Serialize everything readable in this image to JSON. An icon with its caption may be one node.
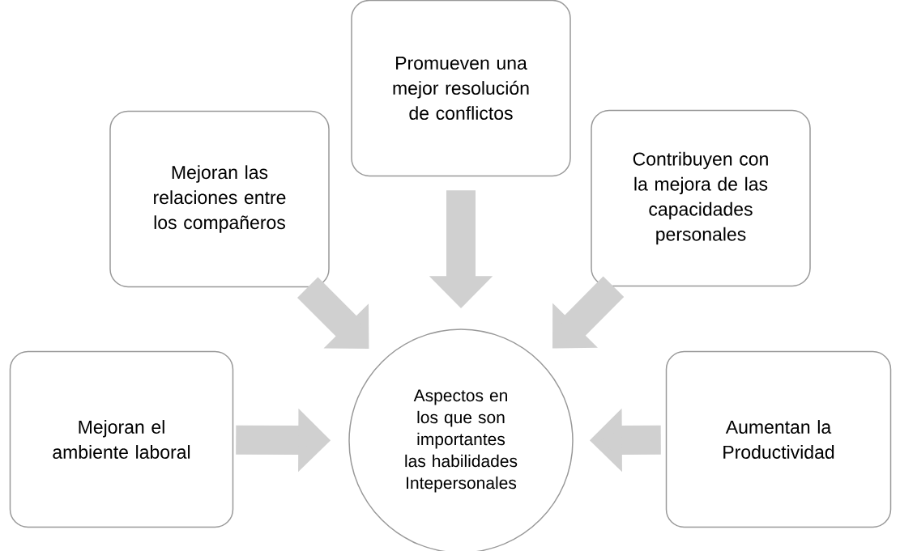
{
  "diagram": {
    "nodes": [
      {
        "text": [
          "Mejoran las relaciones entre los compañeros"
        ]
      },
      {
        "text": [
          "Promueven una mejor resolución de conflictos"
        ]
      },
      {
        "text": [
          "Contribuyen con la mejora de las capacidades personales"
        ]
      },
      {
        "text": [
          "Mejoran el ambiente laboral"
        ]
      },
      {
        "text": [
          "Aspectos en los que son importantes las habilidades Intepersonales"
        ]
      },
      {
        "text": [
          "Aumentan la Productividad"
        ]
      }
    ],
    "edges": [
      {
        "from": 0,
        "to": 4,
        "arrow": "to"
      },
      {
        "from": 1,
        "to": 4,
        "arrow": "to"
      },
      {
        "from": 2,
        "to": 4,
        "arrow": "to"
      },
      {
        "from": 3,
        "to": 4,
        "arrow": "to"
      },
      {
        "from": 5,
        "to": 4,
        "arrow": "to"
      }
    ]
  }
}
